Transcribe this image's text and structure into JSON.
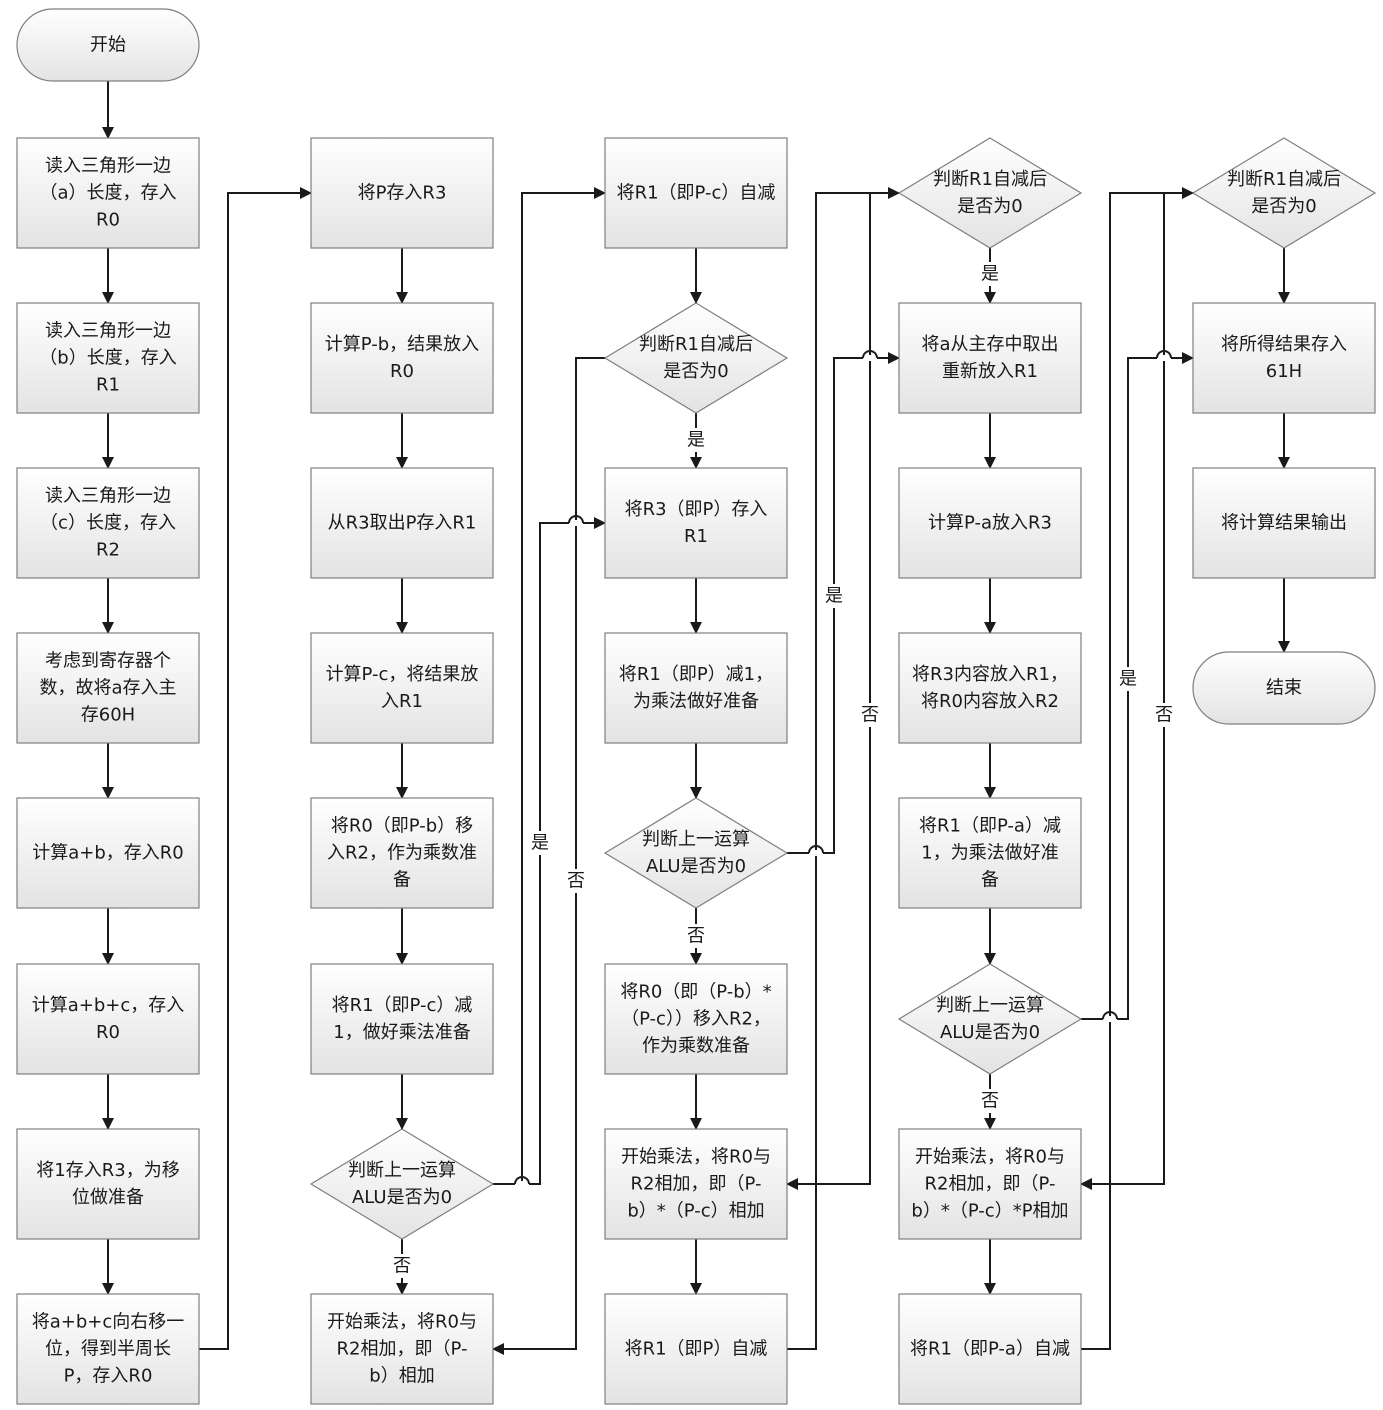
{
  "colors": {
    "node_fill_top": "#ffffff",
    "node_fill_bottom": "#e3e3e3",
    "node_stroke": "#7f7f7f",
    "edge": "#1a1a1a",
    "text": "#1a1a1a"
  },
  "nodes": {
    "start": {
      "lines": [
        "开始"
      ]
    },
    "c1n1": {
      "lines": [
        "读入三角形一边",
        "（a）长度，存入",
        "R0"
      ]
    },
    "c1n2": {
      "lines": [
        "读入三角形一边",
        "（b）长度，存入",
        "R1"
      ]
    },
    "c1n3": {
      "lines": [
        "读入三角形一边",
        "（c）长度，存入",
        "R2"
      ]
    },
    "c1n4": {
      "lines": [
        "考虑到寄存器个",
        "数，故将a存入主",
        "存60H"
      ]
    },
    "c1n5": {
      "lines": [
        "计算a+b，存入R0"
      ]
    },
    "c1n6": {
      "lines": [
        "计算a+b+c，存入",
        "R0"
      ]
    },
    "c1n7": {
      "lines": [
        "将1存入R3，为移",
        "位做准备"
      ]
    },
    "c1n8": {
      "lines": [
        "将a+b+c向右移一",
        "位，得到半周长",
        "P，存入R0"
      ]
    },
    "c2n1": {
      "lines": [
        "将P存入R3"
      ]
    },
    "c2n2": {
      "lines": [
        "计算P-b，结果放入",
        "R0"
      ]
    },
    "c2n3": {
      "lines": [
        "从R3取出P存入R1"
      ]
    },
    "c2n4": {
      "lines": [
        "计算P-c，将结果放",
        "入R1"
      ]
    },
    "c2n5": {
      "lines": [
        "将R0（即P-b）移",
        "入R2，作为乘数准",
        "备"
      ]
    },
    "c2n6": {
      "lines": [
        "将R1（即P-c）减",
        "1，做好乘法准备"
      ]
    },
    "c2d1": {
      "lines": [
        "判断上一运算",
        "ALU是否为0"
      ]
    },
    "c2n7": {
      "lines": [
        "开始乘法，将R0与",
        "R2相加，即（P-",
        "b）相加"
      ]
    },
    "c3n1": {
      "lines": [
        "将R1（即P-c）自减"
      ]
    },
    "c3d1": {
      "lines": [
        "判断R1自减后",
        "是否为0"
      ]
    },
    "c3n2": {
      "lines": [
        "将R3（即P）存入",
        "R1"
      ]
    },
    "c3n3": {
      "lines": [
        "将R1（即P）减1，",
        "为乘法做好准备"
      ]
    },
    "c3d2": {
      "lines": [
        "判断上一运算",
        "ALU是否为0"
      ]
    },
    "c3n4": {
      "lines": [
        "将R0（即（P-b）*",
        "（P-c））移入R2，",
        "作为乘数准备"
      ]
    },
    "c3n5": {
      "lines": [
        "开始乘法，将R0与",
        "R2相加，即（P-",
        "b）*（P-c）相加"
      ]
    },
    "c3n6": {
      "lines": [
        "将R1（即P）自减"
      ]
    },
    "c4d1": {
      "lines": [
        "判断R1自减后",
        "是否为0"
      ]
    },
    "c4n1": {
      "lines": [
        "将a从主存中取出",
        "重新放入R1"
      ]
    },
    "c4n2": {
      "lines": [
        "计算P-a放入R3"
      ]
    },
    "c4n3": {
      "lines": [
        "将R3内容放入R1，",
        "将R0内容放入R2"
      ]
    },
    "c4n4": {
      "lines": [
        "将R1（即P-a）减",
        "1，为乘法做好准",
        "备"
      ]
    },
    "c4d2": {
      "lines": [
        "判断上一运算",
        "ALU是否为0"
      ]
    },
    "c4n5": {
      "lines": [
        "开始乘法，将R0与",
        "R2相加，即（P-",
        "b）*（P-c）*P相加"
      ]
    },
    "c4n6": {
      "lines": [
        "将R1（即P-a）自减"
      ]
    },
    "c5d1": {
      "lines": [
        "判断R1自减后",
        "是否为0"
      ]
    },
    "c5n1": {
      "lines": [
        "将所得结果存入",
        "61H"
      ]
    },
    "c5n2": {
      "lines": [
        "将计算结果输出"
      ]
    },
    "end": {
      "lines": [
        "结束"
      ]
    }
  },
  "edge_labels": {
    "c2d1_no": "否",
    "c2_yes_loop": "是",
    "c2_no_loop": "否",
    "c3d1_yes": "是",
    "c3d2_no": "否",
    "c3_yes_loop": "是",
    "c3_no_loop": "否",
    "c4d1_yes": "是",
    "c4d2_no": "否",
    "c4_yes_loop": "是",
    "c4_no_loop": "否"
  }
}
